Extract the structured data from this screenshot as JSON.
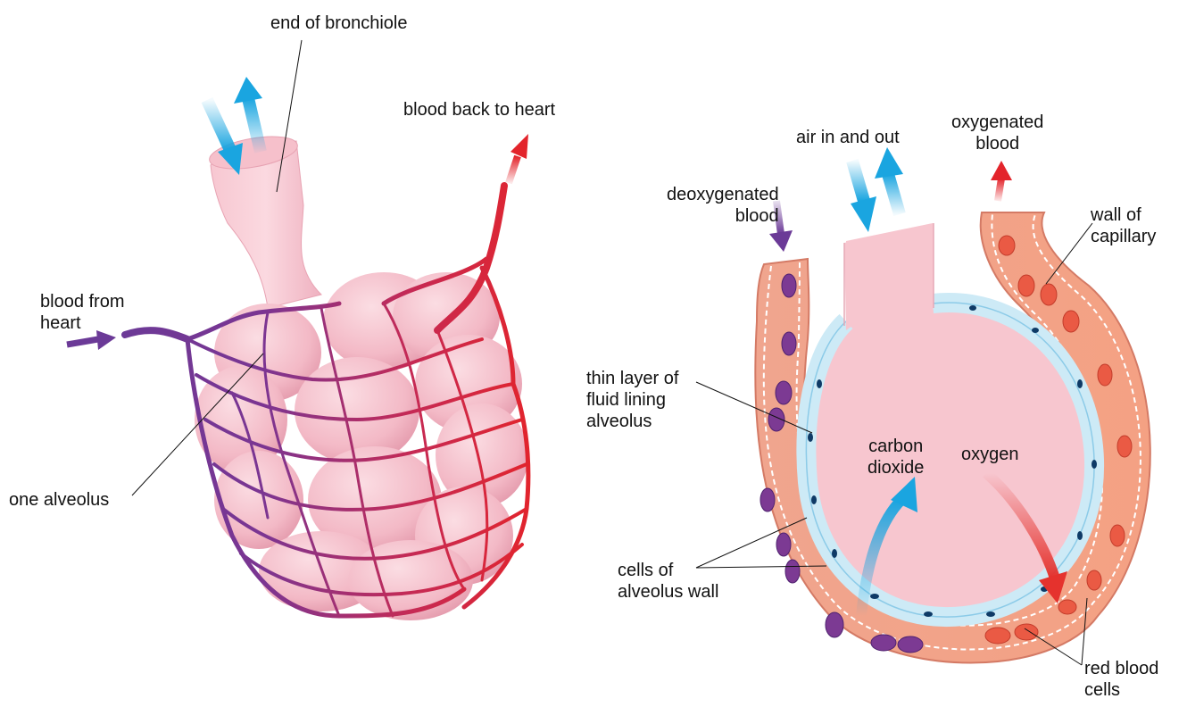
{
  "left_diagram": {
    "labels": {
      "bronchiole_end": "end of bronchiole",
      "blood_back": "blood back to heart",
      "blood_from": "blood from\nheart",
      "one_alveolus": "one alveolus"
    }
  },
  "right_diagram": {
    "labels": {
      "air": "air in and out",
      "oxygenated": "oxygenated\nblood",
      "deoxygenated": "deoxygenated\nblood",
      "capillary_wall": "wall of\ncapillary",
      "fluid_layer": "thin layer of\nfluid lining\nalveolus",
      "co2": "carbon\ndioxide",
      "oxygen": "oxygen",
      "wall_cells": "cells of\nalveolus wall",
      "rbc": "red blood\ncells"
    }
  },
  "colors": {
    "alveolus_fill": "#f7c6cf",
    "alveolus_shade": "#eaa3b3",
    "deoxygenated_vessel": "#6b3a97",
    "oxygenated_vessel": "#e3242b",
    "capillary_fill": "#f3a18a",
    "fluid_lining": "#cdeaf6",
    "air_arrow": "#1aa5e0",
    "oxygen_arrow": "#e5322d"
  }
}
